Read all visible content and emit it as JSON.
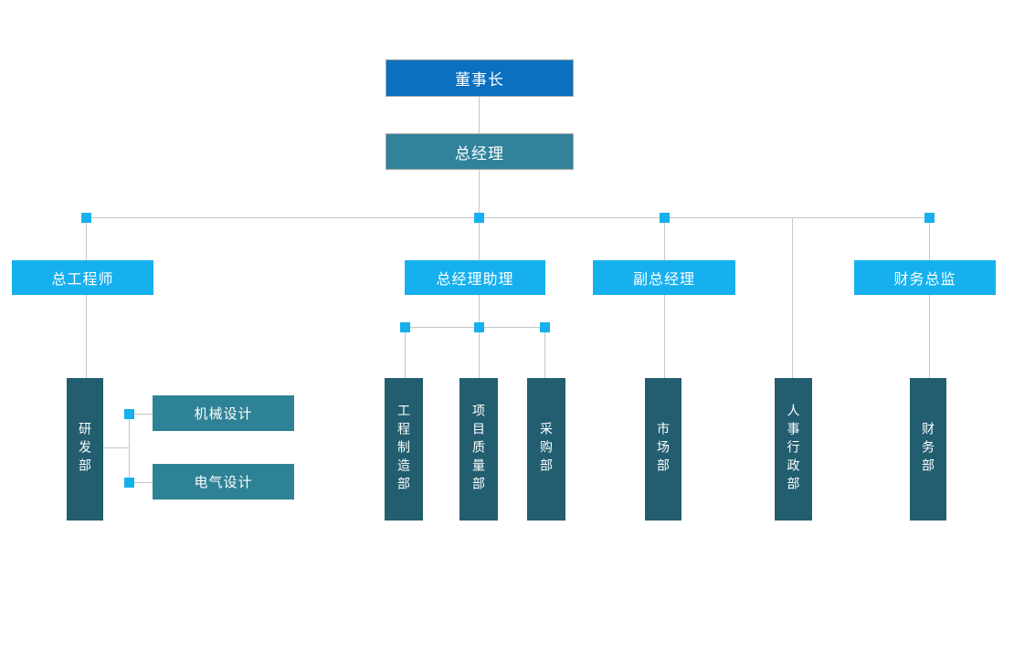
{
  "colors": {
    "background": "#ffffff",
    "chairman": "#0b70bf",
    "manager": "#30839b",
    "level2": "#16b0ee",
    "dept": "#225e70",
    "subdept": "#2e8295",
    "line": "#c6c6c6",
    "handle": "#16b0ee",
    "label": "#ffffff",
    "box_border": "#a8a8a8"
  },
  "nodes": {
    "chairman": {
      "label": "董事长"
    },
    "general_manager": {
      "label": "总经理"
    },
    "chief_engineer": {
      "label": "总工程师"
    },
    "gm_assistant": {
      "label": "总经理助理"
    },
    "deputy_gm": {
      "label": "副总经理"
    },
    "finance_director": {
      "label": "财务总监"
    },
    "rnd_dept": {
      "label": "研发部"
    },
    "mechanical_design": {
      "label": "机械设计"
    },
    "electrical_design": {
      "label": "电气设计"
    },
    "engineering_manufacturing_dept": {
      "label": "工程制造部"
    },
    "project_quality_dept": {
      "label": "项目质量部"
    },
    "procurement_dept": {
      "label": "采购部"
    },
    "marketing_dept": {
      "label": "市场部"
    },
    "hr_admin_dept": {
      "label": "人事行政部"
    },
    "finance_dept": {
      "label": "财务部"
    }
  }
}
